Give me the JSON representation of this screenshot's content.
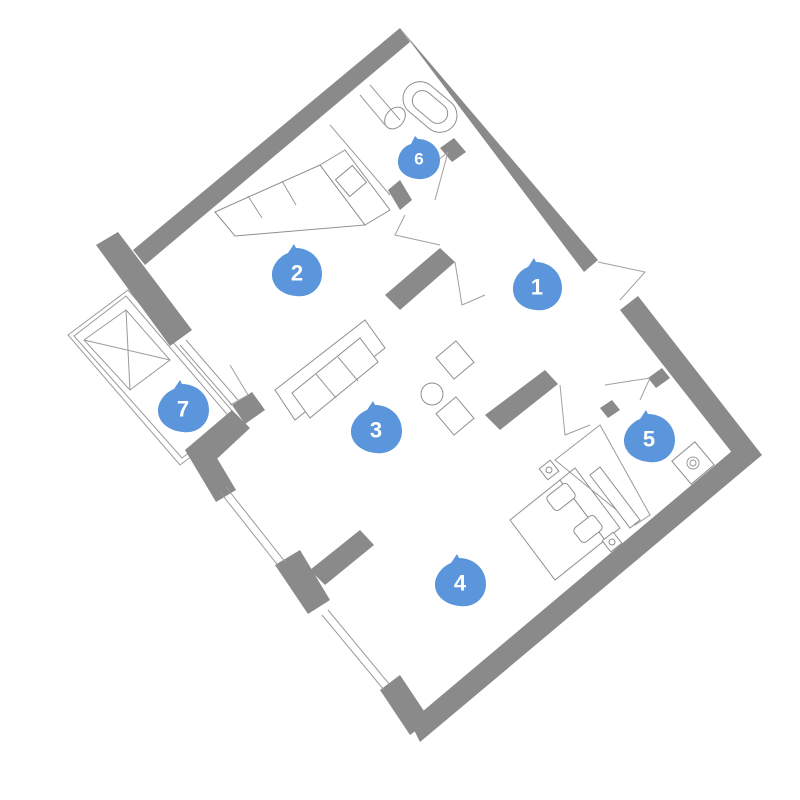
{
  "rooms": [
    {
      "label": "1"
    },
    {
      "label": "2"
    },
    {
      "label": "3"
    },
    {
      "label": "4"
    },
    {
      "label": "5"
    },
    {
      "label": "6"
    },
    {
      "label": "7"
    }
  ],
  "colors": {
    "wall": "#8a8a8a",
    "badge": "#5b96dc",
    "badge_text": "#ffffff",
    "furniture_stroke": "#8f8f8f"
  }
}
